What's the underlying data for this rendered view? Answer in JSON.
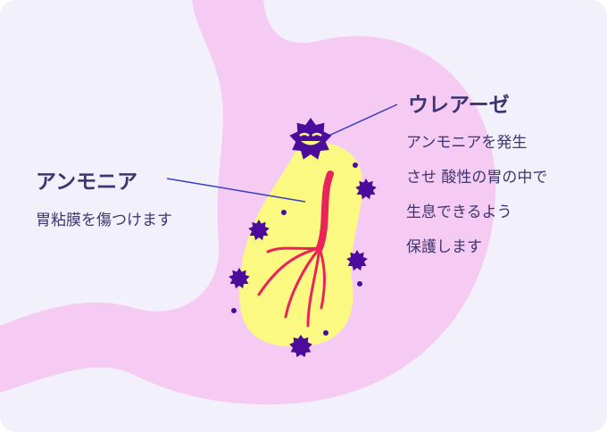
{
  "ammonia": {
    "title": "アンモニア",
    "desc": "胃粘膜を傷つけます"
  },
  "urease": {
    "title": "ウレアーゼ",
    "lines": [
      "アンモニアを発生",
      "させ 酸性の胃の中で",
      "生息できるよう",
      "保護します"
    ]
  },
  "colors": {
    "background": "#f2f1fb",
    "stomach": "#f5cbf3",
    "bacterium": "#fbf981",
    "flagella": "#e8245a",
    "enzyme": "#4b0c9c",
    "text": "#3b3570",
    "leader": "#3a3fbf"
  }
}
